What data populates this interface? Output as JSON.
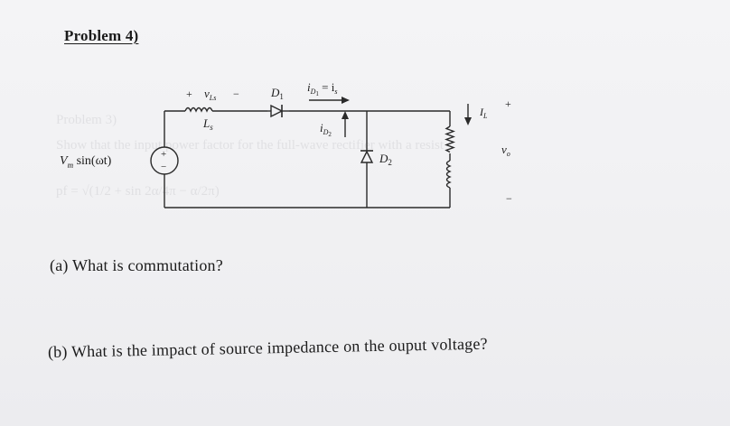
{
  "problem_title": "Problem 4)",
  "circuit": {
    "source_label": "V",
    "source_label_sub": "m",
    "source_label_func": " sin(ωt)",
    "source_plus": "+",
    "source_minus": "−",
    "vls_plus": "+",
    "vls_label": "v",
    "vls_sub": "Ls",
    "vls_minus": "−",
    "ls_label": "L",
    "ls_sub": "s",
    "d1_label": "D",
    "d1_sub": "1",
    "id1_label": "i",
    "id1_sub": "D",
    "id1_sub2": "1",
    "id1_eq": " = i",
    "id1_eq_sub": "s",
    "id2_label": "i",
    "id2_sub": "D",
    "id2_sub2": "2",
    "d2_label": "D",
    "d2_sub": "2",
    "il_label": "I",
    "il_sub": "L",
    "vo_plus": "+",
    "vo_label": "v",
    "vo_sub": "o",
    "vo_minus": "−"
  },
  "questions": {
    "a": "(a)  What is commutation?",
    "b": "(b)  What is the impact of source impedance on the ouput voltage?"
  },
  "ghost": {
    "line1": "Problem 3)",
    "line2": "Show that the input power factor for the full-wave rectifier with a resist",
    "line3": "pf = √(1/2 + sin 2α/4π − α/2π)"
  }
}
